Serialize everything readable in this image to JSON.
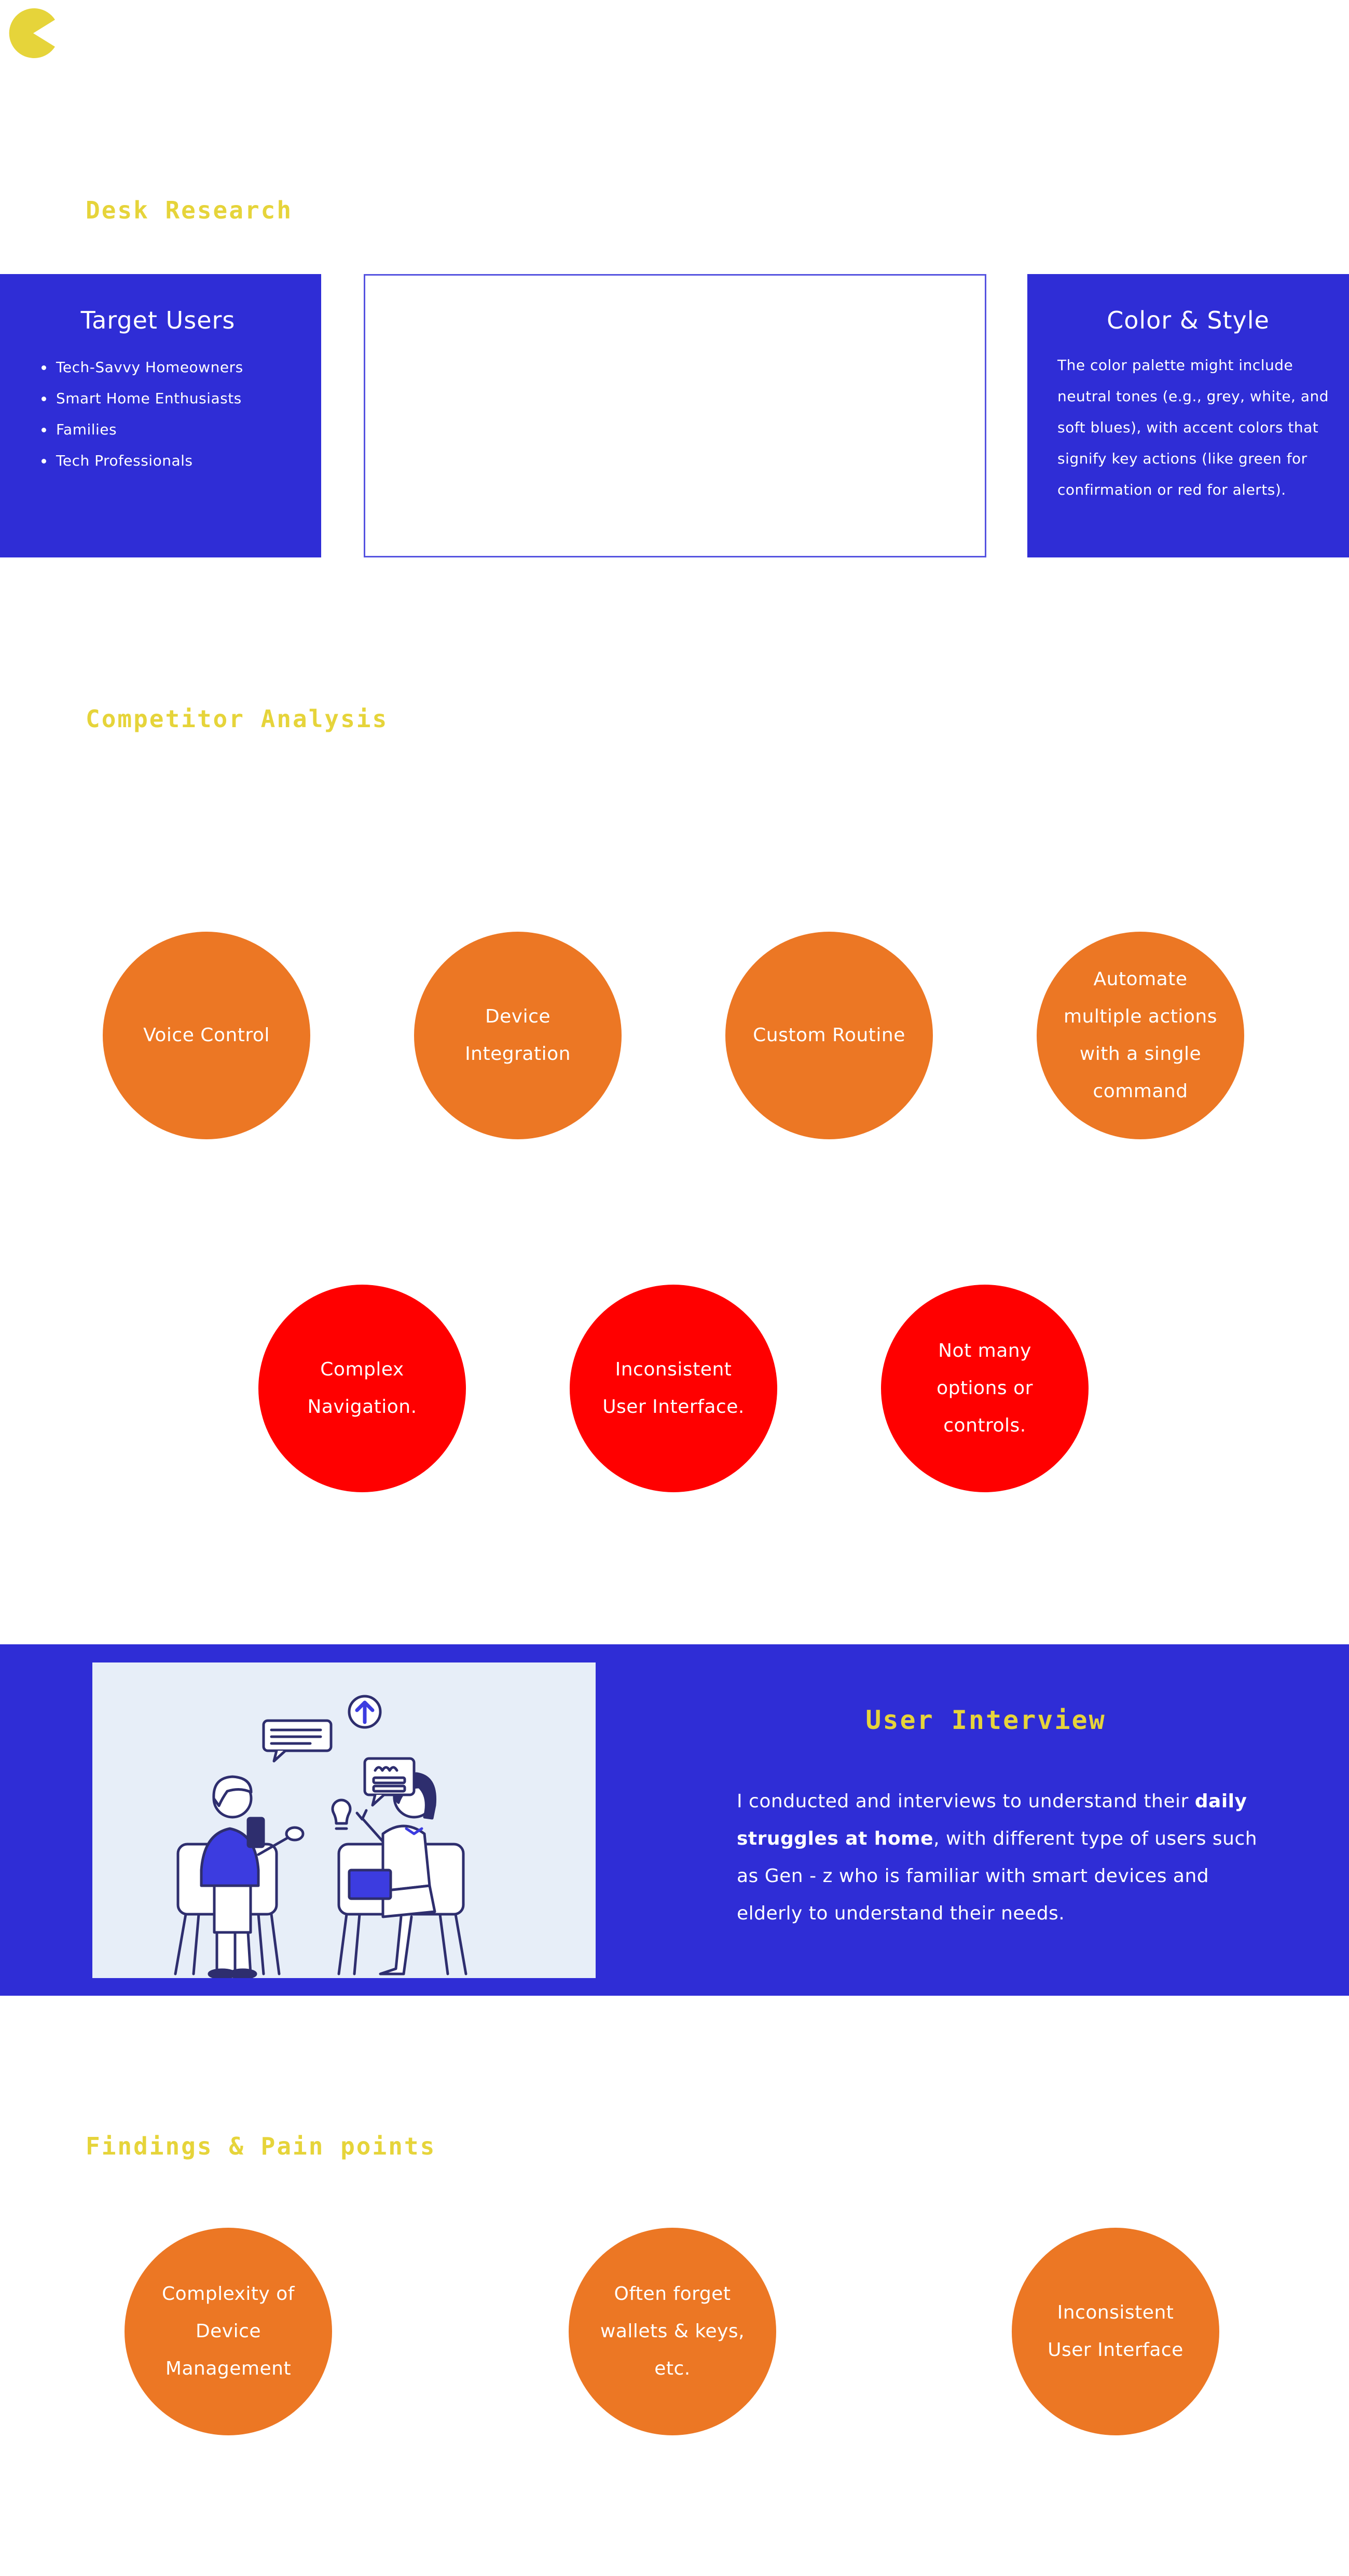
{
  "logo": {
    "icon": "pacman-logo-icon",
    "color": "#e6d43a"
  },
  "desk_research": {
    "title": "Desk Research",
    "target_users": {
      "title": "Target Users",
      "items": [
        "Tech-Savvy Homeowners",
        "Smart Home Enthusiasts",
        "Families",
        "Tech Professionals"
      ]
    },
    "color_style": {
      "title": "Color & Style",
      "text": "The color palette might include neutral tones (e.g., grey, white, and soft blues), with accent colors that signify key actions (like green for confirmation or red for alerts)."
    }
  },
  "competitor_analysis": {
    "title": "Competitor Analysis",
    "strengths": [
      "Voice Control",
      "Device Integration",
      "Custom Routine",
      "Automate multiple actions with a single command"
    ],
    "weaknesses": [
      "Complex Navigation.",
      "Inconsistent User Interface.",
      "Not many options or controls."
    ]
  },
  "user_interview": {
    "title": "User Interview",
    "text_before": "I conducted and interviews to understand their ",
    "text_bold": "daily struggles at home",
    "text_after": ", with different type of users such as Gen - z who is familiar with smart devices and elderly to understand their needs.",
    "illustration": "interview-illustration-icon"
  },
  "findings": {
    "title": "Findings & Pain points",
    "items": [
      "Complexity of Device Management",
      "Often forget wallets & keys, etc.",
      "Inconsistent User Interface"
    ]
  },
  "colors": {
    "accent_yellow": "#e6d43a",
    "primary_blue": "#2f2dd6",
    "orange": "#ec7724",
    "red": "#ff0000"
  }
}
